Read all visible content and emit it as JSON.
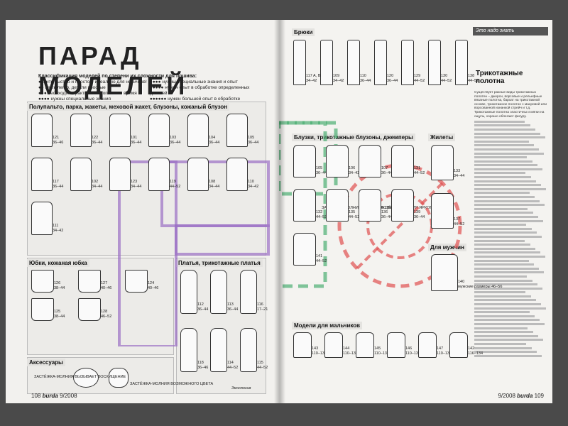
{
  "left_page": {
    "title": "ПАРАД МОДЕЛЕЙ",
    "classification_heading": "Классификация моделей по степени их сложности для пошива:",
    "classification_left": [
      "● шить быстро и просто – идеально для новичков!",
      "●● шить легко, детали простые",
      "●●● необходим практический опыт или время",
      "●●●● нужны специальные знания"
    ],
    "classification_right": [
      "●●●● нужны специальные знания и опыт",
      "●●●●● нужен опыт в обработке определенных деталей",
      "●●●●●● нужен большой опыт в обработке сложных деталей"
    ],
    "section_outerwear": "Полупальто, парка, жакеты, меховой жакет, блузоны, кожаный блузон",
    "section_skirts": "Юбки, кожаная юбка",
    "section_dresses": "Платья, трикотажные платья",
    "section_accessories": "Аксессуары",
    "accessory_notes": [
      "ЗАСТЁЖКА-МОЛНИЯ ВЫЗЫВАЕТ ВОСХИЩЕНИЕ",
      "ЗАСТЁЖКА-МОЛНИЯ ВОЗМОЖНОГО ЦВЕТА"
    ],
    "dress_footer": "Эксклюзив",
    "page_number": "108",
    "brand": "burda",
    "issue": "9/2008",
    "outer_labels": [
      "121",
      "36–46",
      "122",
      "36–44",
      "101",
      "36–44",
      "103",
      "36–44",
      "104",
      "36–44",
      "105",
      "36–44",
      "117",
      "36–44",
      "102",
      "34–44",
      "123",
      "34–44",
      "119",
      "44–52",
      "108",
      "34–44",
      "110",
      "34–42",
      "111",
      "34–42"
    ],
    "skirt_labels": [
      "126",
      "38–44",
      "127",
      "40–46",
      "124",
      "40–46",
      "125",
      "38–44",
      "128",
      "46–52"
    ],
    "dress_labels": [
      "112",
      "36–44",
      "113",
      "36–44",
      "116",
      "17–21",
      "118",
      "36–46",
      "114",
      "44–52",
      "115",
      "44–52"
    ]
  },
  "right_page": {
    "section_trousers": "Брюки",
    "section_blouses": "Блузки, трикотажные блузоны, джемперы",
    "section_vests": "Жилеты",
    "section_men": "Для мужчин",
    "section_boys": "Модели для мальчиков",
    "trouser_labels": [
      "117 A, B",
      "34–42",
      "109",
      "34–42",
      "110",
      "36–44",
      "120",
      "36–44",
      "129",
      "44–52",
      "130",
      "44–52",
      "138",
      "44–52"
    ],
    "blouse_labels": [
      "105",
      "36–44",
      "106",
      "34–42",
      "107",
      "36–44",
      "131",
      "44–52",
      "132",
      "44–52",
      "135",
      "44–52",
      "136",
      "36–44",
      "139",
      "36–44",
      "141",
      "44–52"
    ],
    "vest_labels": [
      "133",
      "34–44",
      "137",
      "44–52"
    ],
    "men_labels": [
      "140",
      "мужские размеры 46–56"
    ],
    "boys_labels": [
      "143",
      "110–134",
      "144",
      "110–134",
      "145",
      "110–134",
      "146",
      "110–134",
      "147",
      "110–134",
      "142",
      "116–134"
    ],
    "blouse_notes": [
      "ЗАСТЁЖКА-МОЛНИЯ РОЗОВОГО ЦВЕТА",
      "ЗАСТЁЖКА-МОЛНИЯ ЯРКОГО ЦВЕТА"
    ],
    "article_tab": "Это надо знать",
    "article_title": "Трикотажные полотна",
    "article_intro": "Существует разные виды трикотажных полотен – джерси, ворсовые и рельефные вязаные полотна, бархат на трикотажной основе, трикотажное полотно с махровой или ворсованной изнанкой стрейч и т.д. Трикотажные полотна эластичны и мягки на ощупь, хорошо облегают фигуру.",
    "page_number": "109",
    "brand": "burda",
    "issue": "9/2008"
  }
}
